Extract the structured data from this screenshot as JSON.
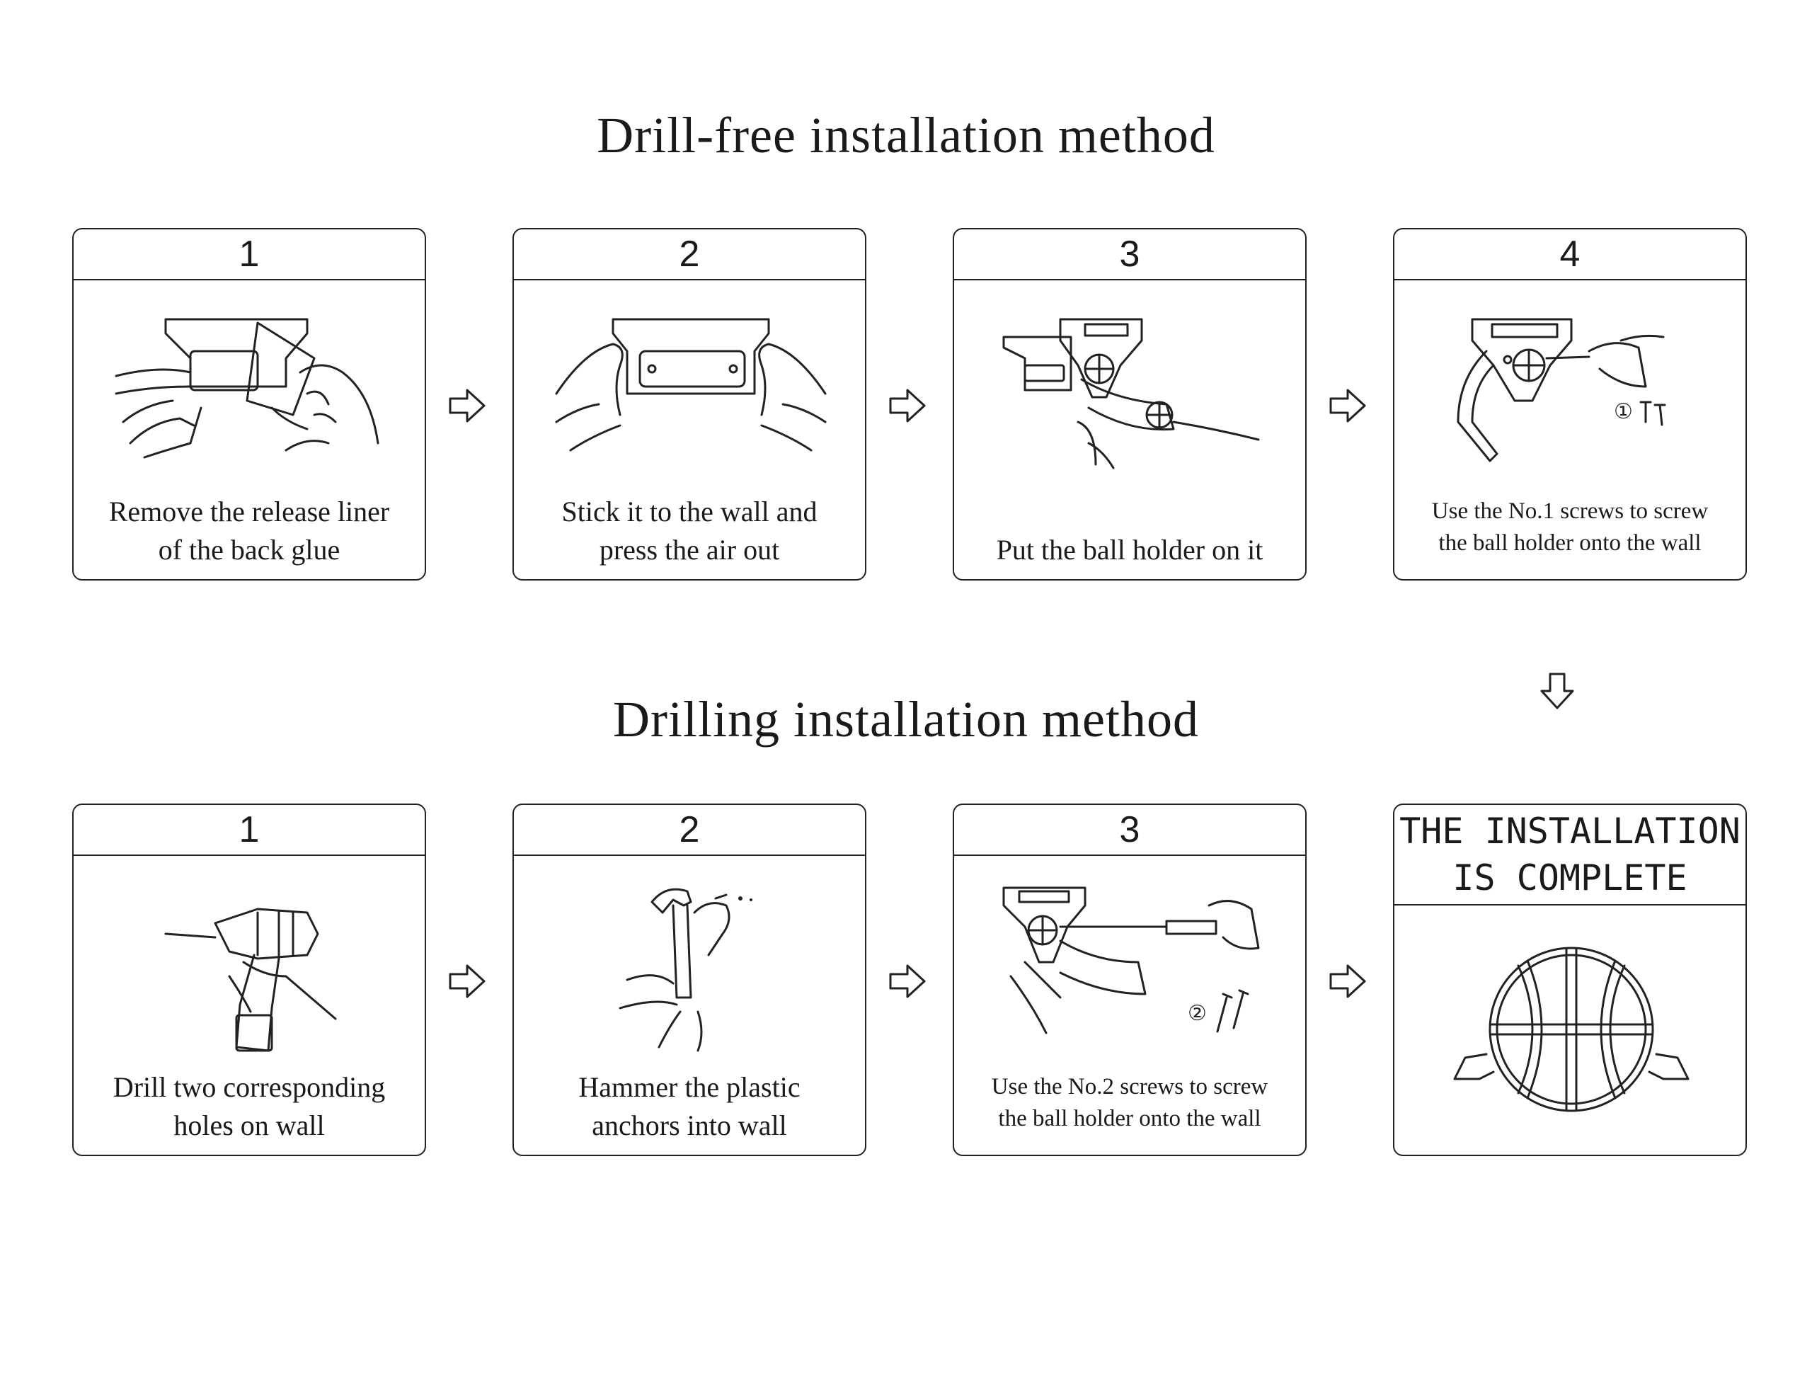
{
  "sections": [
    {
      "title": "Drill-free installation method",
      "steps": [
        {
          "number": "1",
          "caption_line1": "Remove the release liner",
          "caption_line2": "of the back glue"
        },
        {
          "number": "2",
          "caption_line1": "Stick it to the wall and",
          "caption_line2": "press the air out"
        },
        {
          "number": "3",
          "caption_line1": "Put the ball holder on it",
          "caption_line2": ""
        },
        {
          "number": "4",
          "caption_line1": "Use the No.1 screws to screw",
          "caption_line2": "the ball holder onto the wall",
          "screw_label": "①"
        }
      ]
    },
    {
      "title": "Drilling installation method",
      "steps": [
        {
          "number": "1",
          "caption_line1": "Drill two corresponding",
          "caption_line2": "holes on wall"
        },
        {
          "number": "2",
          "caption_line1": "Hammer the plastic",
          "caption_line2": "anchors into wall"
        },
        {
          "number": "3",
          "caption_line1": "Use the No.2 screws to screw",
          "caption_line2": "the ball holder onto the wall",
          "screw_label": "②"
        }
      ]
    }
  ],
  "final": {
    "line1": "THE INSTALLATION",
    "line2": "IS COMPLETE"
  },
  "icons": [
    "arrow-right-icon",
    "arrow-down-icon"
  ]
}
